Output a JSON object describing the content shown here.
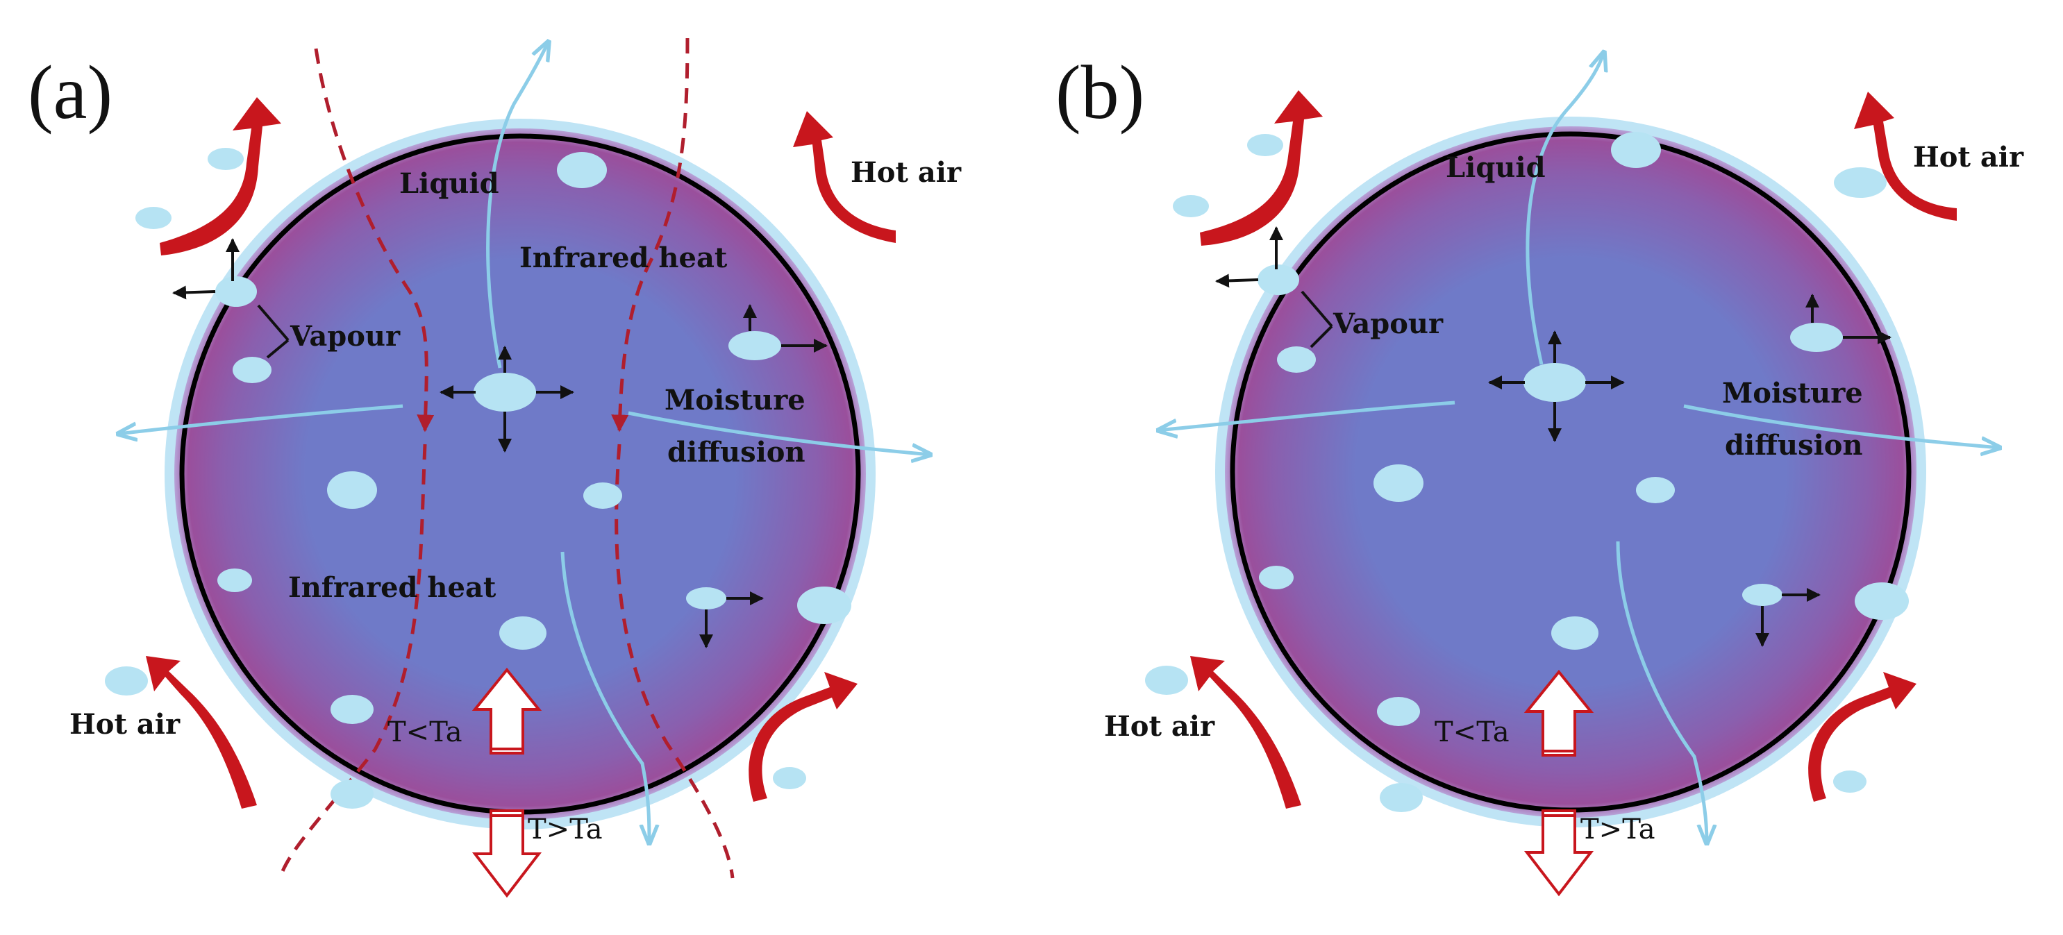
{
  "colors": {
    "background": "#ffffff",
    "particle_center": "#6f7ac8",
    "particle_edge": "#9a4f9c",
    "particle_rim": "#bfe4f5",
    "outline": "#000000",
    "droplet": "#b6e3f3",
    "moisture_path": "#8ccde8",
    "hot_air": "#c8161d",
    "infrared": "#b01e2d",
    "arrow_black": "#111111"
  },
  "panels": [
    {
      "id": "a",
      "label": "(a)",
      "texts": {
        "liquid": "Liquid",
        "infrared_top": "Infrared heat",
        "infrared_bottom": "Infrared heat",
        "vapour": "Vapour",
        "moisture": "Moisture",
        "diffusion": "diffusion",
        "hot_air_top": "Hot air",
        "hot_air_bottom": "Hot air",
        "t_lt_ta": "T<Ta",
        "t_gt_ta": "T>Ta"
      }
    },
    {
      "id": "b",
      "label": "(b)",
      "texts": {
        "liquid": "Liquid",
        "vapour": "Vapour",
        "moisture": "Moisture",
        "diffusion": "diffusion",
        "hot_air_top": "Hot air",
        "hot_air_bottom": "Hot air",
        "t_lt_ta": "T<Ta",
        "t_gt_ta": "T>Ta"
      }
    }
  ],
  "icons": {
    "hot_air_flow": "curved-red-arrow-icon",
    "infrared_path": "dashed-red-arrow-icon",
    "temperature_gradient": "hollow-red-arrow-icon",
    "vapour_droplet": "ellipse-droplet-icon",
    "moisture_flow": "light-blue-arrow-icon"
  }
}
